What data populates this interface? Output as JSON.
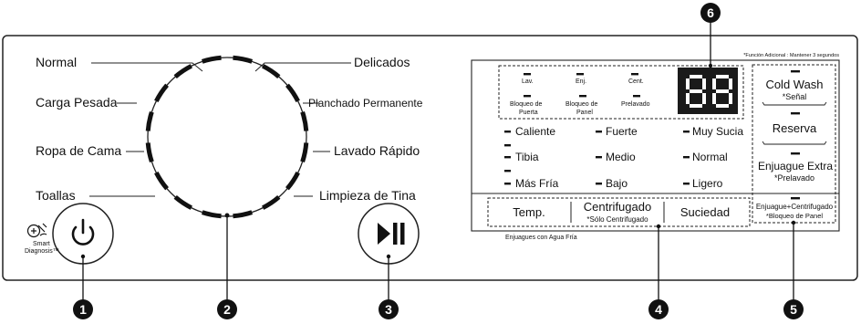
{
  "cycle_labels": {
    "normal": "Normal",
    "delicados": "Delicados",
    "carga_pesada": "Carga Pesada",
    "planchado_permanente": "Planchado Permanente",
    "ropa_de_cama": "Ropa de Cama",
    "lavado_rapido": "Lavado Rápido",
    "toallas": "Toallas",
    "limpieza_de_tina": "Limpieza de Tina"
  },
  "smart_diagnosis": {
    "line1": "Smart",
    "line2": "Diagnosis™"
  },
  "funcion_adicional_note": "*Función Adicional : Mantener 3 segundos",
  "status_leds": {
    "lav": "Lav.",
    "enj": "Enj.",
    "cent": "Cent.",
    "bloqueo_puerta_1": "Bloqueo de",
    "bloqueo_puerta_2": "Puerta",
    "bloqueo_panel_1": "Bloqueo de",
    "bloqueo_panel_2": "Panel",
    "prelavado": "Prelavado"
  },
  "display_digits": "88",
  "temp_options": [
    "Caliente",
    "Tibia",
    "Más Fría"
  ],
  "spin_options": [
    "Fuerte",
    "Medio",
    "Bajo"
  ],
  "soil_options": [
    "Muy Sucia",
    "Normal",
    "Ligero"
  ],
  "bottom_buttons": {
    "temp": "Temp.",
    "centrifugado": "Centrifugado",
    "centrifugado_sub": "*Sólo Centrifugado",
    "suciedad": "Suciedad"
  },
  "enjuagues_note": "Enjuagues con Agua Fría",
  "options_column": {
    "cold_wash": "Cold Wash",
    "cold_wash_sub": "*Señal",
    "reserva": "Reserva",
    "enjuague_extra": "Enjuague Extra",
    "enjuague_extra_sub": "*Prelavado",
    "enjuague_centrifugado": "Enjuague+Centrifugado",
    "enjuague_centrifugado_sub": "*Bloqueo de Panel"
  },
  "callouts": [
    "1",
    "2",
    "3",
    "4",
    "5",
    "6"
  ]
}
